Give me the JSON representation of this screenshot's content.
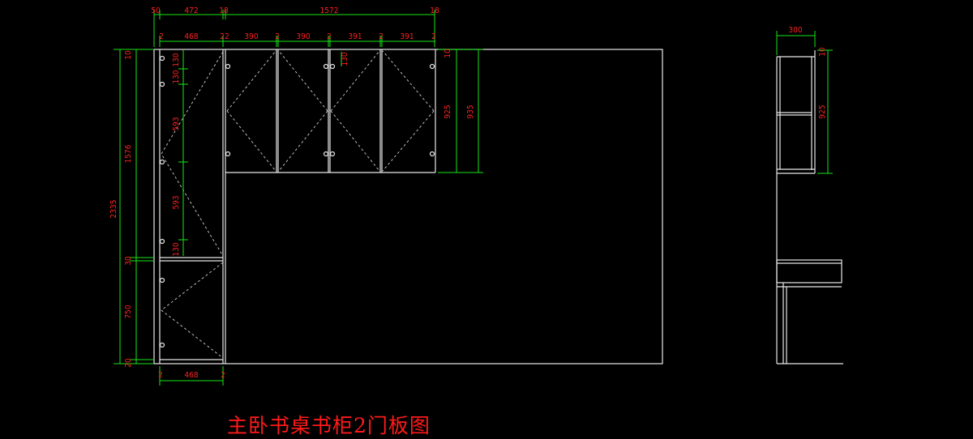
{
  "title": "主卧书桌书柜2门板图",
  "colors": {
    "background": "#000000",
    "lines": "#e8e8e8",
    "dimension_lines": "#19e619",
    "dimension_text": "#ff2020"
  },
  "dims": {
    "top1": [
      "50",
      "472",
      "18",
      "1572",
      "18"
    ],
    "top2": [
      "2",
      "468",
      "22",
      "390",
      "2",
      "390",
      "2",
      "391",
      "2",
      "391",
      "2"
    ],
    "left": [
      "10",
      "1576",
      "30",
      "750",
      "20",
      "2335"
    ],
    "inner": [
      "130",
      "130",
      "593",
      "593",
      "130"
    ],
    "cab130": "130",
    "upper_right": [
      "10",
      "925",
      "935"
    ],
    "bottom": [
      "2",
      "468",
      "2"
    ],
    "side_top": "300",
    "side_right": [
      "10",
      "925"
    ]
  }
}
